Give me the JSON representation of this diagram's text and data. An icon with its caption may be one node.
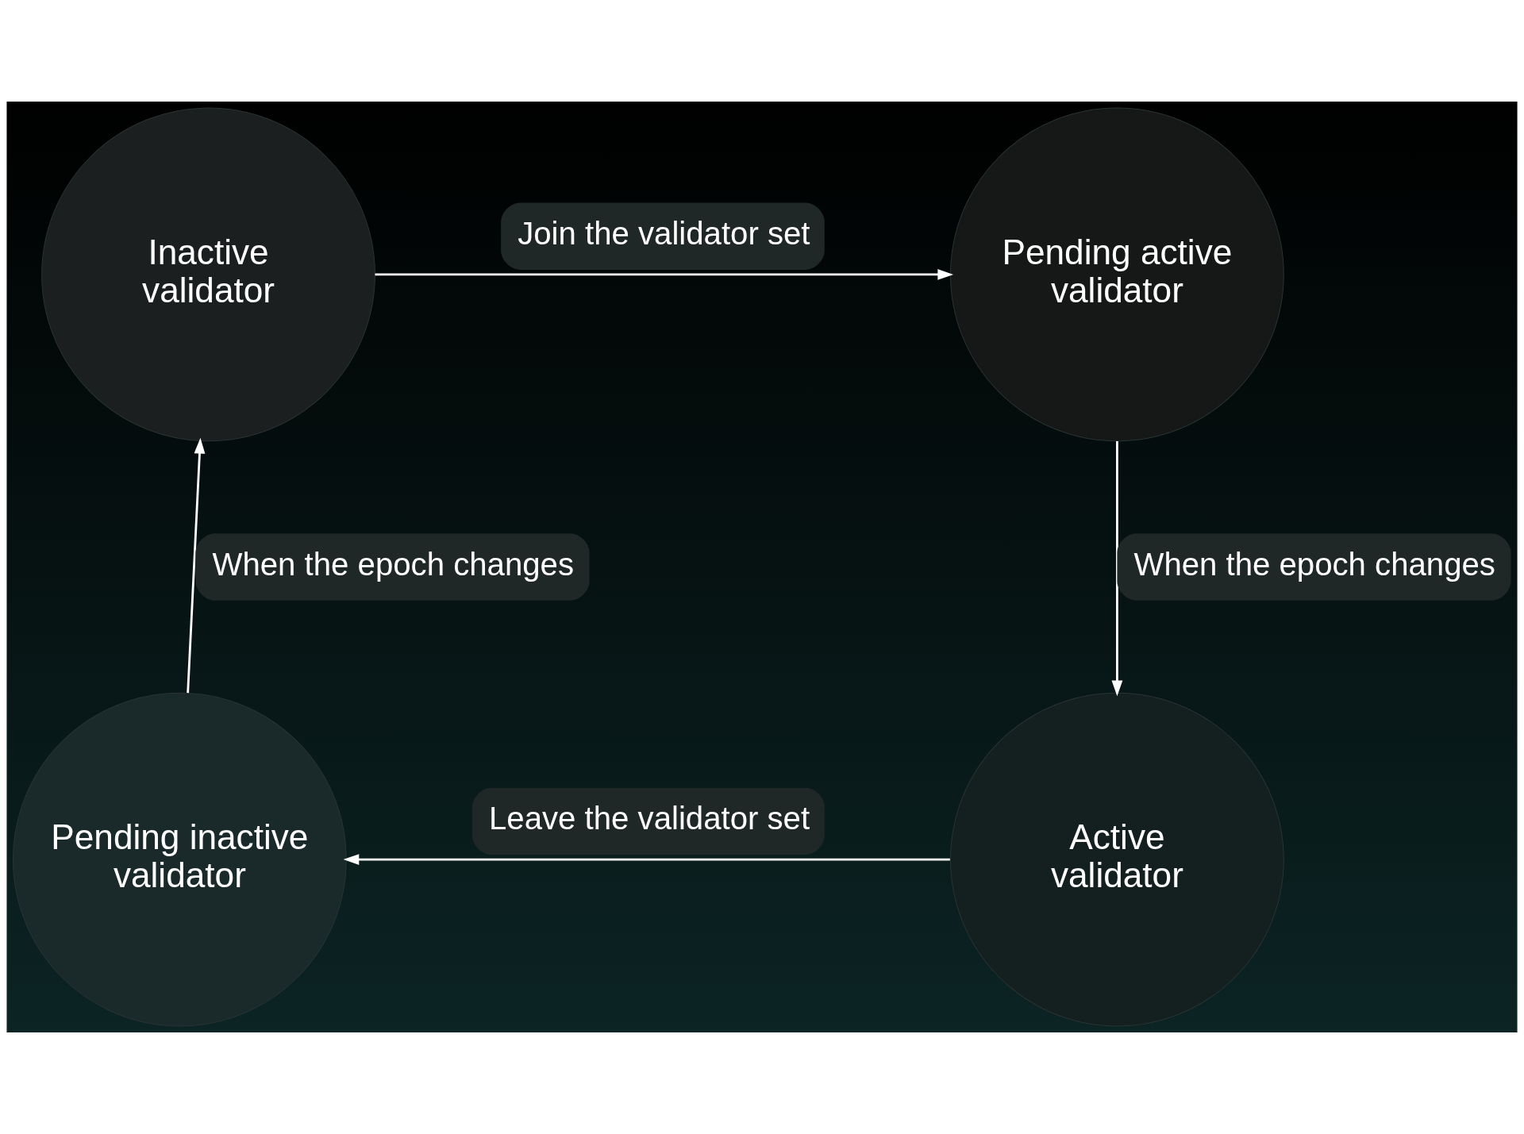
{
  "diagram": {
    "nodes": [
      {
        "text": [
          "Inactive validator"
        ]
      },
      {
        "text": [
          "Pending active validator"
        ]
      },
      {
        "text": [
          "Pending inactive validator"
        ]
      },
      {
        "text": [
          "Active validator"
        ]
      }
    ],
    "edges": [
      {
        "from": 0,
        "to": 1,
        "arrow": "to",
        "label": "Join the validator set"
      },
      {
        "from": 2,
        "to": 0,
        "arrow": "to",
        "label": "When the epoch changes"
      },
      {
        "from": 1,
        "to": 3,
        "arrow": "to",
        "label": "When the epoch changes"
      },
      {
        "from": 3,
        "to": 2,
        "arrow": "to",
        "label": "Leave the validator set"
      }
    ]
  }
}
